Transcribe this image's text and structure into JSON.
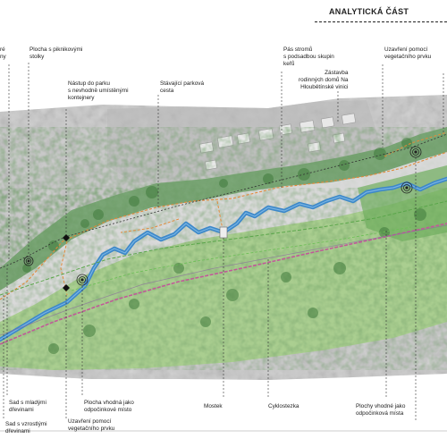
{
  "header": {
    "title": "ANALYTICKÁ ČÁST"
  },
  "labels": {
    "top": [
      "ré\nny",
      "Plocha s piknikovými\nstolky",
      "Nástup do parku\ns nevhodně umístěnými\nkontejnery",
      "Stávající parková\ncesta",
      "Pás stromů\ns podsadbou skupin\nkeřů",
      "Zástavba\nrodinných domů Na\nHloubětínské vinici",
      "Uzavření pomocí\nvegetačního prvku"
    ],
    "bottom": [
      "Sad s mladými\ndřevinami",
      "Sad s vzrostlými\ndřevinami",
      "Plocha vhodná jako\nodpočinkové místo",
      "Uzavření pomocí\nvegetačního prvku",
      "Mostek",
      "Cyklostezka",
      "Plochy vhodné jako\nodpočinková místa"
    ]
  },
  "colors": {
    "stream": "#3d88c9",
    "meadow": "#a5cf86",
    "woodland": "#5f9a5a",
    "park_path": "#e38a3a",
    "cycle_path": "#c05a98",
    "built_area": "#b9b9b9",
    "terrain": "#c9c9c9"
  },
  "icons": [
    "viewpoint-symbol",
    "park-entrance-marker"
  ]
}
